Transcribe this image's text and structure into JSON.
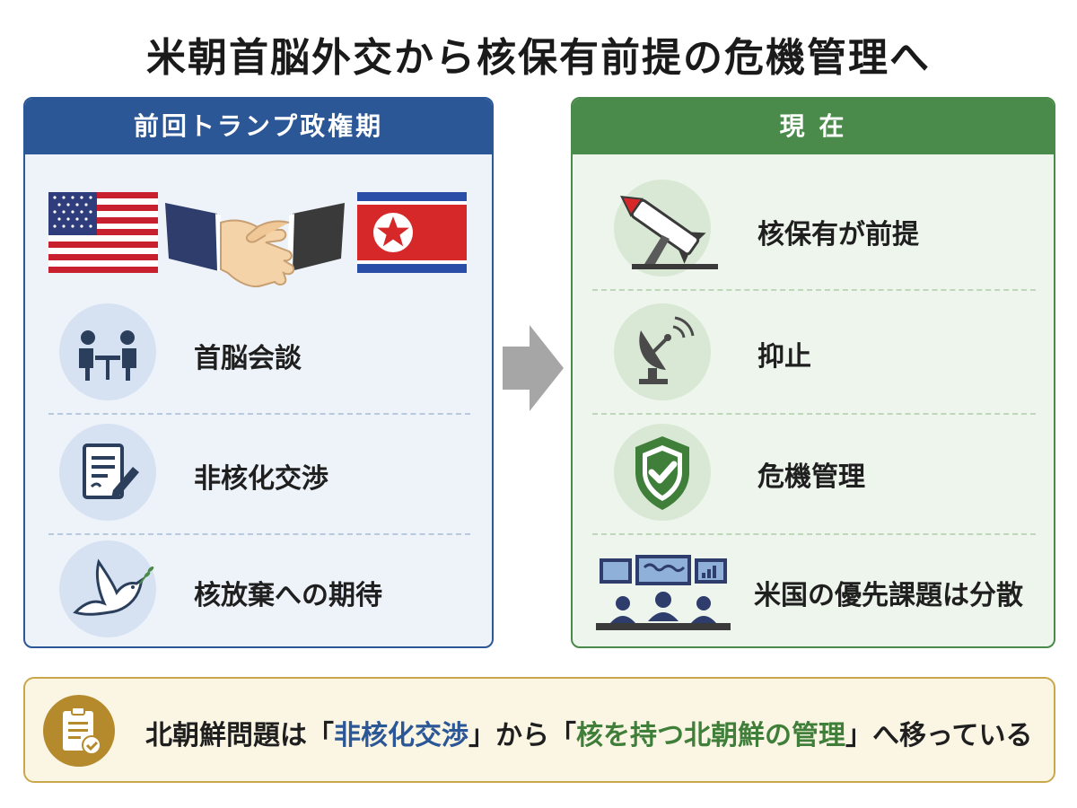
{
  "title": "米朝首脳外交から核保有前提の危機管理へ",
  "left_panel": {
    "header": "前回トランプ政権期",
    "items": [
      {
        "label": "首脳会談",
        "icon": "meeting-icon"
      },
      {
        "label": "非核化交渉",
        "icon": "document-icon"
      },
      {
        "label": "核放棄への期待",
        "icon": "dove-icon"
      }
    ],
    "top_icons": [
      "us-flag-icon",
      "handshake-icon",
      "north-korea-flag-icon"
    ]
  },
  "right_panel": {
    "header": "現 在",
    "items": [
      {
        "label": "核保有が前提",
        "icon": "missile-icon"
      },
      {
        "label": "抑止",
        "icon": "radar-dish-icon"
      },
      {
        "label": "危機管理",
        "icon": "shield-check-icon"
      },
      {
        "label": "米国の優先課題は分散",
        "icon": "command-center-icon"
      }
    ]
  },
  "summary": {
    "icon": "clipboard-check-icon",
    "text_prefix": "北朝鮮問題は",
    "quote1_open": "「",
    "quote1": "非核化交渉",
    "quote1_close": "」",
    "text_mid": "から",
    "quote2_open": "「",
    "quote2": "核を持つ北朝鮮の管理",
    "quote2_close": "」",
    "text_suffix": "へ移っている"
  },
  "colors": {
    "left_accent": "#2b5797",
    "right_accent": "#4a8a4a",
    "summary_border": "#c9a84c",
    "arrow": "#a6a6a6"
  }
}
